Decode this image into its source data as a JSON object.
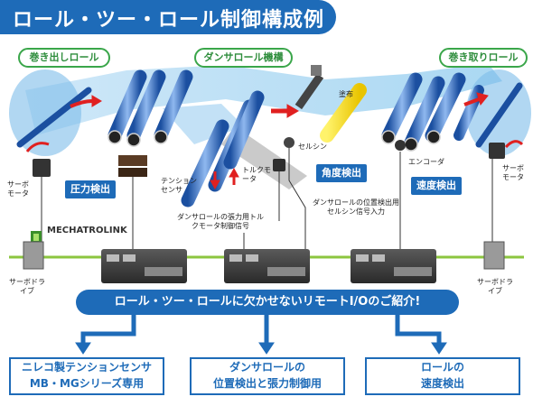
{
  "title": "ロール・ツー・ロール制御構成例",
  "sections": {
    "unwind": "巻き出しロール",
    "dancer": "ダンサロール機構",
    "rewind": "巻き取りロール"
  },
  "labels": {
    "coating": "塗布",
    "selsyn": "セルシン",
    "encoder": "エンコーダ",
    "tension_sensor": "テンションセンサ",
    "torque_motor": "トルクモータ",
    "servo_motor_left": "サーボモータ",
    "servo_motor_right": "サーボモータ",
    "servo_drive_left": "サーボドライブ",
    "servo_drive_right": "サーボドライブ",
    "dancer_tension_signal": "ダンサロールの張力用トルクモータ制御信号",
    "dancer_position_signal": "ダンサロールの位置検出用セルシン信号入力",
    "network": "MECHATROLINK"
  },
  "tags": {
    "pressure": "圧力検出",
    "angle": "角度検出",
    "speed": "速度検出"
  },
  "banner": "ロール・ツー・ロールに欠かせないリモートI/Oのご紹介!",
  "products": [
    {
      "line1": "ニレコ製テンションセンサ",
      "line2": "MB・MGシリーズ専用"
    },
    {
      "line1": "ダンサロールの",
      "line2": "位置検出と張力制御用"
    },
    {
      "line1": "ロールの",
      "line2": "速度検出"
    }
  ],
  "colors": {
    "brand_blue": "#1e6bb8",
    "network_green": "#8cc63f",
    "section_green": "#3aa64a",
    "web_red": "#e02020",
    "coat_yellow": "#f2d600"
  }
}
